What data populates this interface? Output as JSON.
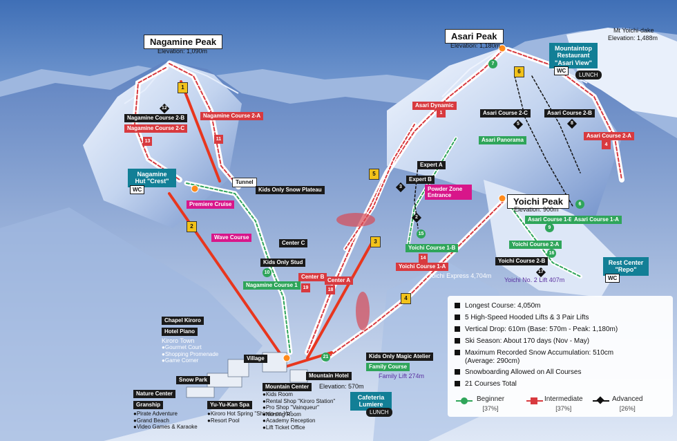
{
  "peaks": {
    "nagamine": {
      "name": "Nagamine Peak",
      "elevation": "Elevation: 1,090m"
    },
    "asari": {
      "name": "Asari Peak",
      "elevation": "Elevation: 1,180m"
    },
    "yoichi": {
      "name": "Yoichi Peak",
      "elevation": "Elevation: 900m"
    },
    "yoichi_dake": {
      "name": "Mt Yoichi-dake",
      "elevation": "Elevation: 1,488m"
    }
  },
  "courses": {
    "nagamine_2b": "Nagamine Course 2-B",
    "nagamine_2c": "Nagamine Course 2-C",
    "nagamine_2a": "Nagamine Course 2-A",
    "asari_dynamic": "Asari Dynamic",
    "asari_2c": "Asari Course 2-C",
    "asari_2b": "Asari Course 2-B",
    "asari_panorama": "Asari Panorama",
    "asari_2a": "Asari Course 2-A",
    "expert_a": "Expert A",
    "expert_b": "Expert B",
    "powder_zone": "Powder Zone Entrance",
    "premiere_cruise": "Premiere Cruise",
    "wave_course": "Wave Course",
    "center_c": "Center C",
    "center_b": "Center B",
    "center_a": "Center A",
    "kids_only_stud": "Kids Only Stud",
    "nagamine_1": "Nagamine Course 1",
    "yoichi_1b": "Yoichi Course 1-B",
    "yoichi_1a": "Yoichi Course 1-A",
    "asari_1b": "Asari Course 1-B",
    "asari_1a": "Asari Course 1-A",
    "yoichi_2a": "Yoichi Course 2-A",
    "yoichi_2b": "Yoichi Course 2-B",
    "family_course": "Family Course",
    "tunnel": "Tunnel",
    "kids_only_snow_plateau": "Kids Only Snow Plateau",
    "kids_only_magic_atelier": "Kids Only Magic Atelier"
  },
  "course_numbers": {
    "n12": "12",
    "n13": "13",
    "n11": "11",
    "n1": "1",
    "n3": "3",
    "n2": "2",
    "n5": "5",
    "n8": "8",
    "n4": "4",
    "n6": "6",
    "n7": "7",
    "n15": "15",
    "n14": "14",
    "n19": "19",
    "n18": "18",
    "n10": "10",
    "n9": "9",
    "n16": "16",
    "n17": "17",
    "n21": "21"
  },
  "lift_numbers": {
    "l1": "1",
    "l2": "2",
    "l3": "3",
    "l4": "4",
    "l5": "5",
    "l6": "6"
  },
  "lift_labels": {
    "yoichi_express": "Yoichi Express 4,704m",
    "yoichi2": "Yoichi No. 2 Lift 407m",
    "family_lift": "Family Lift 274m"
  },
  "facilities": {
    "mountaintop": "Mountaintop Restaurant \"Asari View\"",
    "nagamine_hut": "Nagamine Hut \"Crest\"",
    "rest_center": "Rest Center \"Repo\"",
    "cafeteria": "Cafeteria Lumiere",
    "wc": "WC",
    "lunch": "LUNCH"
  },
  "base": {
    "chapel": "Chapel Kiroro",
    "hotel_piano": "Hotel Piano",
    "kiroro_town": "Kiroro Town",
    "town_items": [
      "Gourmet Court",
      "Shopping Promenade",
      "Game Corner"
    ],
    "village": "Village",
    "snow_park": "Snow Park",
    "mountain_hotel": "Mountain Hotel",
    "mountain_center": "Mountain Center",
    "center_items": [
      "Kids Room",
      "Rental Shop \"Kiroro Station\"",
      "Pro Shop \"Vainqueur\"",
      "Nursing Room",
      "Academy Reception",
      "Lift Ticket Office"
    ],
    "base_elevation": "Elevation: 570m",
    "nature_center": "Nature Center",
    "granship": "Granship",
    "granship_items": [
      "Pirate Adventure",
      "Grand Beach",
      "Video Games & Karaoke"
    ],
    "yuyukan": "Yu-Yu-Kan Spa",
    "spa_items": [
      "Kiroro Hot Spring \"Shinrin-no-Yu\"",
      "Resort Pool"
    ]
  },
  "info": {
    "longest": "Longest Course: 4,050m",
    "lifts": "5 High-Speed Hooded Lifts & 3 Pair Lifts",
    "vertical": "Vertical Drop: 610m (Base: 570m - Peak: 1,180m)",
    "season": "Ski Season: About 170 days (Nov - May)",
    "snow1": "Maximum Recorded Snow Accumulation: 510cm",
    "snow2": "(Average: 290cm)",
    "snowboard": "Snowboarding Allowed on All Courses",
    "total": "21 Courses Total"
  },
  "legend": {
    "beginner": "Beginner",
    "beginner_pct": "[37%]",
    "intermediate": "Intermediate",
    "intermediate_pct": "[37%]",
    "advanced": "Advanced",
    "advanced_pct": "[26%]"
  },
  "colors": {
    "beginner": "#2fa55a",
    "intermediate": "#d83a3f",
    "advanced": "#111111",
    "lift": "#e8361e",
    "facility": "#127f96"
  }
}
